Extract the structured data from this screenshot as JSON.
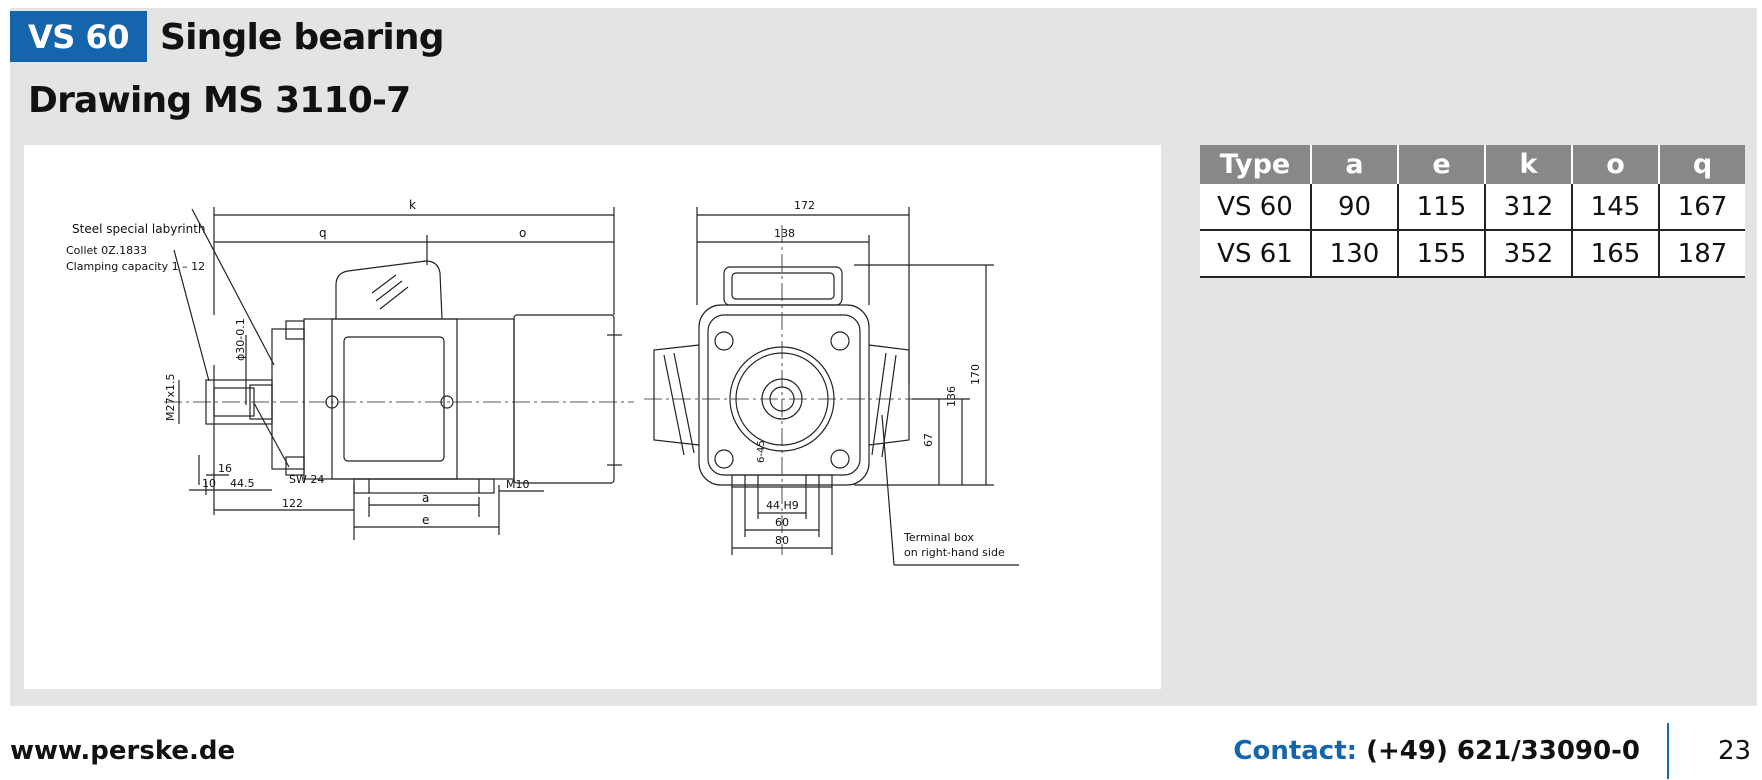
{
  "header": {
    "badge": "VS 60",
    "title": "Single bearing",
    "subtitle": "Drawing MS 3110-7"
  },
  "drawing": {
    "labels": {
      "labyrinth": "Steel special labyrinth",
      "collet": "Collet 0Z.1833",
      "clamping": "Clamping capacity 1 – 12",
      "terminal_line1": "Terminal box",
      "terminal_line2": "on right-hand side"
    },
    "dims": {
      "k": "k",
      "q": "q",
      "o": "o",
      "a": "a",
      "e": "e",
      "d30": "ϕ30-0.1",
      "m27": "M27x1.5",
      "d16": "16",
      "d10": "10",
      "d445": "44.5",
      "sw24": "SW 24",
      "d122": "122",
      "m10": "M10",
      "d172": "172",
      "d138": "138",
      "d170": "170",
      "d136": "136",
      "d67": "67",
      "d645": "6-45",
      "d44h9": "44 H9",
      "d60": "60",
      "d80": "80"
    }
  },
  "table": {
    "headers": [
      "Type",
      "a",
      "e",
      "k",
      "o",
      "q"
    ],
    "rows": [
      [
        "VS 60",
        "90",
        "115",
        "312",
        "145",
        "167"
      ],
      [
        "VS 61",
        "130",
        "155",
        "352",
        "165",
        "187"
      ]
    ]
  },
  "footer": {
    "url": "www.perske.de",
    "contact_label": "Contact:",
    "contact_phone": "(+49) 621/33090-0",
    "page": "23"
  }
}
